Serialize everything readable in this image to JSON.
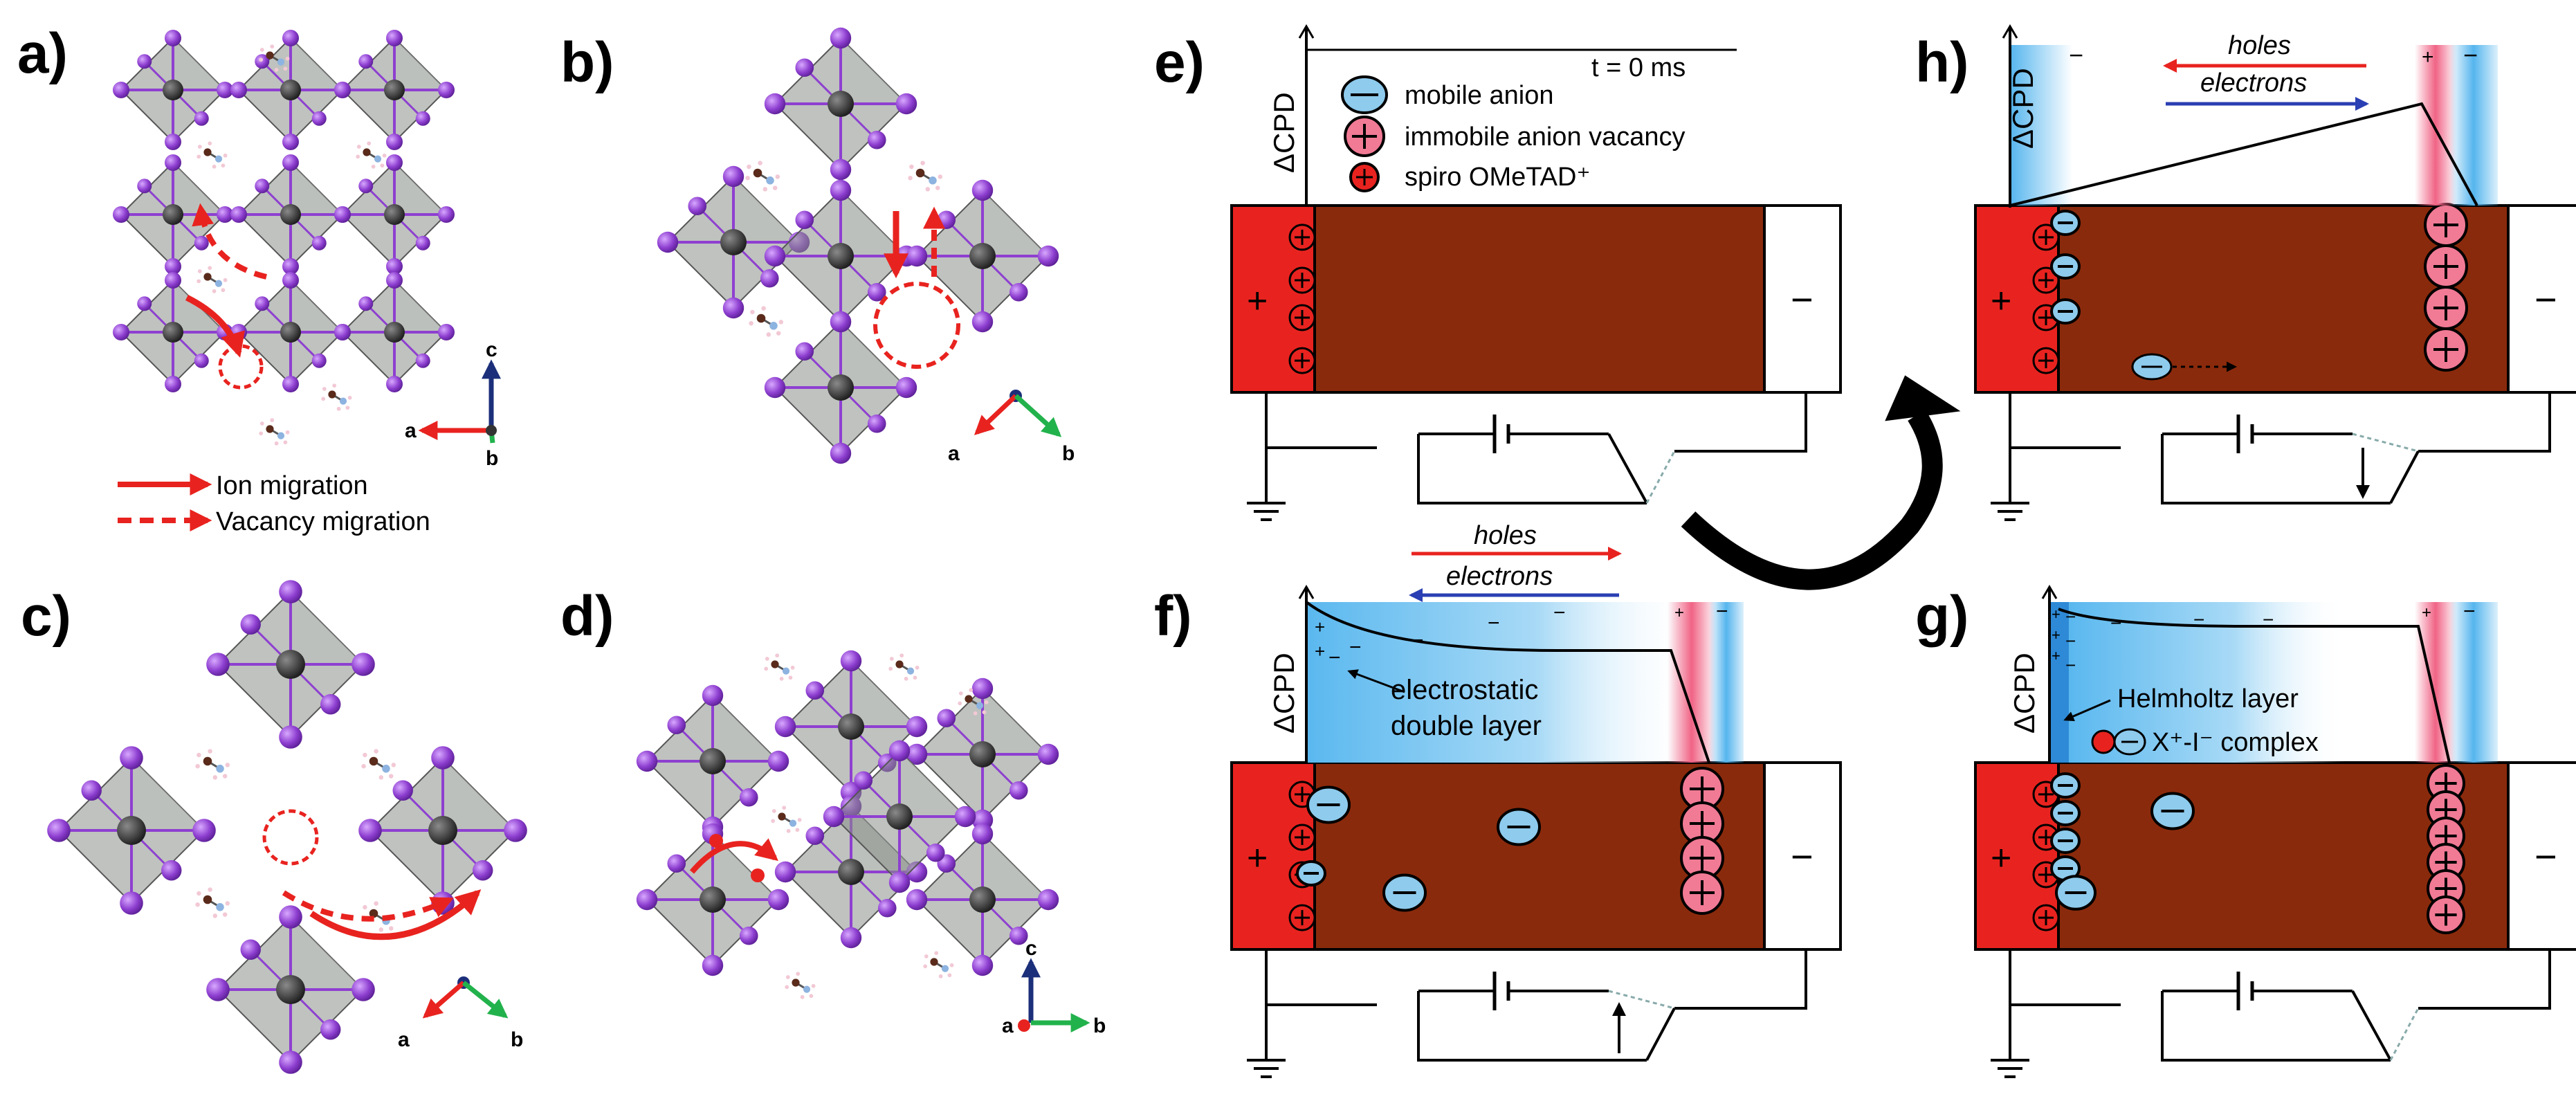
{
  "panel_labels": {
    "a": "a)",
    "b": "b)",
    "c": "c)",
    "d": "d)",
    "e": "e)",
    "f": "f)",
    "g": "g)",
    "h": "h)"
  },
  "crystal_legend": {
    "ion_migration": "Ion migration",
    "vacancy_migration": "Vacancy migration"
  },
  "axes": {
    "a": "a",
    "b": "b",
    "c": "c"
  },
  "device": {
    "ylabel": "ΔCPD",
    "time_label": "t = 0 ms",
    "plus_sign": "+",
    "minus_sign": "−",
    "legend": {
      "mobile_anion": "mobile anion",
      "immobile_vacancy": "immobile anion vacancy",
      "spiro": "spiro OMeTAD⁺"
    },
    "holes": "holes",
    "electrons": "electrons",
    "double_layer_line1": "electrostatic",
    "double_layer_line2": "double layer",
    "helmholtz": "Helmholtz layer",
    "complex": "X⁺-I⁻ complex"
  },
  "colors": {
    "perovskite": "#8a2a0c",
    "hole_contact": "#e8231f",
    "anion": "#8ecbed",
    "vacancy": "#f17a95",
    "crystal_atom": "#8e3fd0",
    "octahedron": "#7f847f",
    "metal": "#2b2b2b",
    "migration": "#e8231f",
    "blue_layer": "#55b5ee",
    "pink_layer": "#f06385",
    "holes_arrow": "#e8231f",
    "electrons_arrow": "#2a3fb3"
  }
}
